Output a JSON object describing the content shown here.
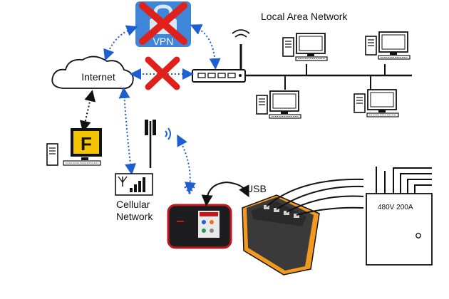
{
  "labels": {
    "lan": "Local Area Network",
    "internet": "Internet",
    "vpn": "VPN",
    "cellular_line1": "Cellular",
    "cellular_line2": "Network",
    "usb": "USB",
    "panel": "480V 200A",
    "logo_letter": "F"
  },
  "colors": {
    "dotted_link": "#1e5fd0",
    "cross": "#e0201b",
    "vpn_box": "#3d86d8",
    "logo_bg": "#f5c400",
    "analyzer_orange": "#f29a1f",
    "hotspot_red": "#c0181c"
  },
  "icons": [
    "lock-icon",
    "wifi-router-icon",
    "computer-icon",
    "cell-tower-icon",
    "signal-bars-icon",
    "wifi-signal-icon",
    "mobile-hotspot-icon",
    "power-analyzer-icon",
    "electrical-panel-icon",
    "cloud-icon"
  ]
}
